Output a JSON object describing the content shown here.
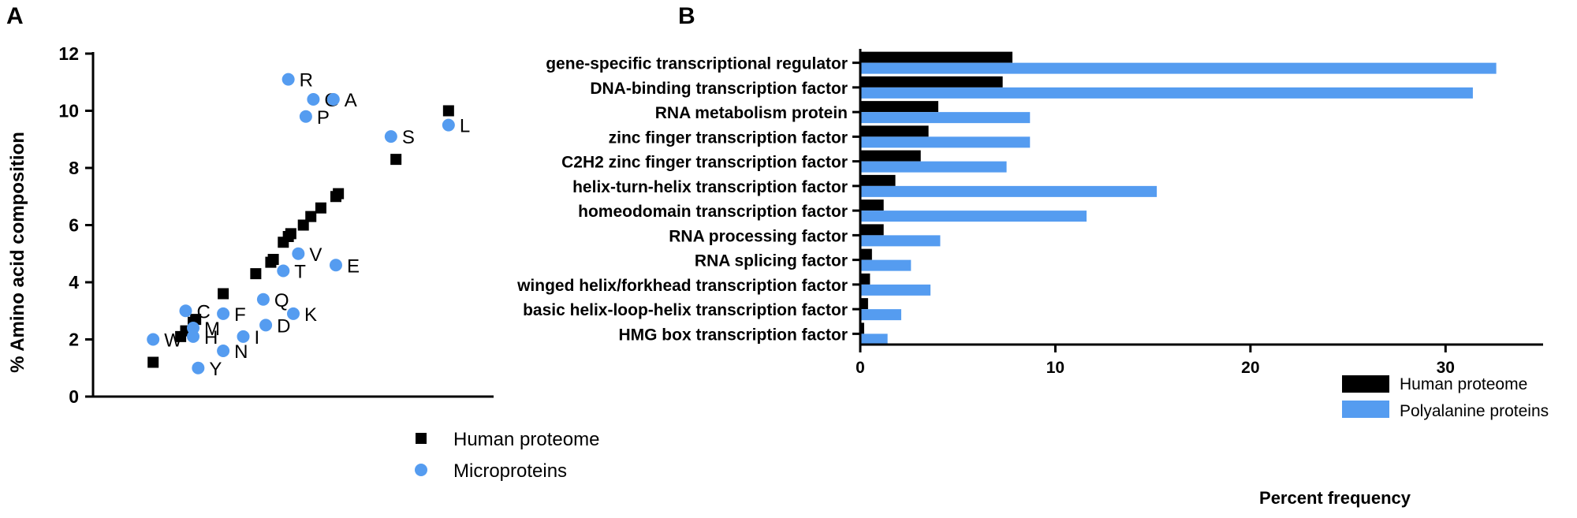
{
  "colors": {
    "human": "#000000",
    "micro": "#559cf0",
    "poly": "#559cf0",
    "axis": "#000000"
  },
  "chart_data": [
    {
      "panel": "A",
      "type": "scatter",
      "ylabel": "% Amino acid composition",
      "ylim": [
        0,
        12
      ],
      "yticks": [
        "0",
        "2",
        "4",
        "6",
        "8",
        "10",
        "12"
      ],
      "xticks": [],
      "grid": false,
      "legend_position": "bottom-right",
      "series": [
        {
          "name": "Human proteome",
          "marker": "square",
          "points": [
            {
              "x": 1.2,
              "y": 1.2
            },
            {
              "x": 1.75,
              "y": 2.1
            },
            {
              "x": 1.85,
              "y": 2.3
            },
            {
              "x": 2.0,
              "y": 2.6
            },
            {
              "x": 2.05,
              "y": 2.7
            },
            {
              "x": 2.6,
              "y": 3.6
            },
            {
              "x": 3.25,
              "y": 4.3
            },
            {
              "x": 3.55,
              "y": 4.7
            },
            {
              "x": 3.6,
              "y": 4.8
            },
            {
              "x": 3.8,
              "y": 5.4
            },
            {
              "x": 3.9,
              "y": 5.6
            },
            {
              "x": 3.95,
              "y": 5.7
            },
            {
              "x": 4.2,
              "y": 6.0
            },
            {
              "x": 4.35,
              "y": 6.3
            },
            {
              "x": 4.55,
              "y": 6.6
            },
            {
              "x": 4.85,
              "y": 7.0
            },
            {
              "x": 4.9,
              "y": 7.1
            },
            {
              "x": 6.05,
              "y": 8.3
            },
            {
              "x": 7.1,
              "y": 10.0
            }
          ]
        },
        {
          "name": "Microproteins",
          "marker": "circle",
          "points": [
            {
              "label": "R",
              "x": 3.9,
              "y": 11.1
            },
            {
              "label": "G",
              "x": 4.4,
              "y": 10.4
            },
            {
              "label": "A",
              "x": 4.8,
              "y": 10.4
            },
            {
              "label": "P",
              "x": 4.25,
              "y": 9.8
            },
            {
              "label": "S",
              "x": 5.95,
              "y": 9.1
            },
            {
              "label": "L",
              "x": 7.1,
              "y": 9.5
            },
            {
              "label": "V",
              "x": 4.1,
              "y": 5.0
            },
            {
              "label": "E",
              "x": 4.85,
              "y": 4.6
            },
            {
              "label": "T",
              "x": 3.8,
              "y": 4.4
            },
            {
              "label": "Q",
              "x": 3.4,
              "y": 3.4
            },
            {
              "label": "C",
              "x": 1.85,
              "y": 3.0
            },
            {
              "label": "F",
              "x": 2.6,
              "y": 2.9
            },
            {
              "label": "K",
              "x": 4.0,
              "y": 2.9
            },
            {
              "label": "M",
              "x": 2.0,
              "y": 2.4
            },
            {
              "label": "D",
              "x": 3.45,
              "y": 2.5
            },
            {
              "label": "H",
              "x": 2.0,
              "y": 2.1
            },
            {
              "label": "I",
              "x": 3.0,
              "y": 2.1
            },
            {
              "label": "W",
              "x": 1.2,
              "y": 2.0
            },
            {
              "label": "N",
              "x": 2.6,
              "y": 1.6
            },
            {
              "label": "Y",
              "x": 2.1,
              "y": 1.0
            }
          ]
        }
      ]
    },
    {
      "panel": "B",
      "type": "bar",
      "orientation": "horizontal",
      "xlabel": "Percent frequency",
      "xlim": [
        0,
        35
      ],
      "xticks": [
        "0",
        "10",
        "20",
        "30"
      ],
      "grid": false,
      "legend_position": "bottom-right",
      "categories": [
        "gene-specific transcriptional regulator",
        "DNA-binding transcription factor",
        "RNA metabolism protein",
        "zinc finger transcription factor",
        "C2H2 zinc finger transcription factor",
        "helix-turn-helix transcription factor",
        "homeodomain transcription factor",
        "RNA processing factor",
        "RNA splicing factor",
        "winged helix/forkhead transcription factor",
        "basic helix-loop-helix transcription factor",
        "HMG box transcription factor"
      ],
      "series": [
        {
          "name": "Human proteome",
          "values": [
            7.8,
            7.3,
            4.0,
            3.5,
            3.1,
            1.8,
            1.2,
            1.2,
            0.6,
            0.5,
            0.4,
            0.2
          ]
        },
        {
          "name": "Polyalanine proteins",
          "values": [
            32.6,
            31.4,
            8.7,
            8.7,
            7.5,
            15.2,
            11.6,
            4.1,
            2.6,
            3.6,
            2.1,
            1.4
          ]
        }
      ]
    }
  ],
  "panels": {
    "a_letter": "A",
    "b_letter": "B"
  }
}
